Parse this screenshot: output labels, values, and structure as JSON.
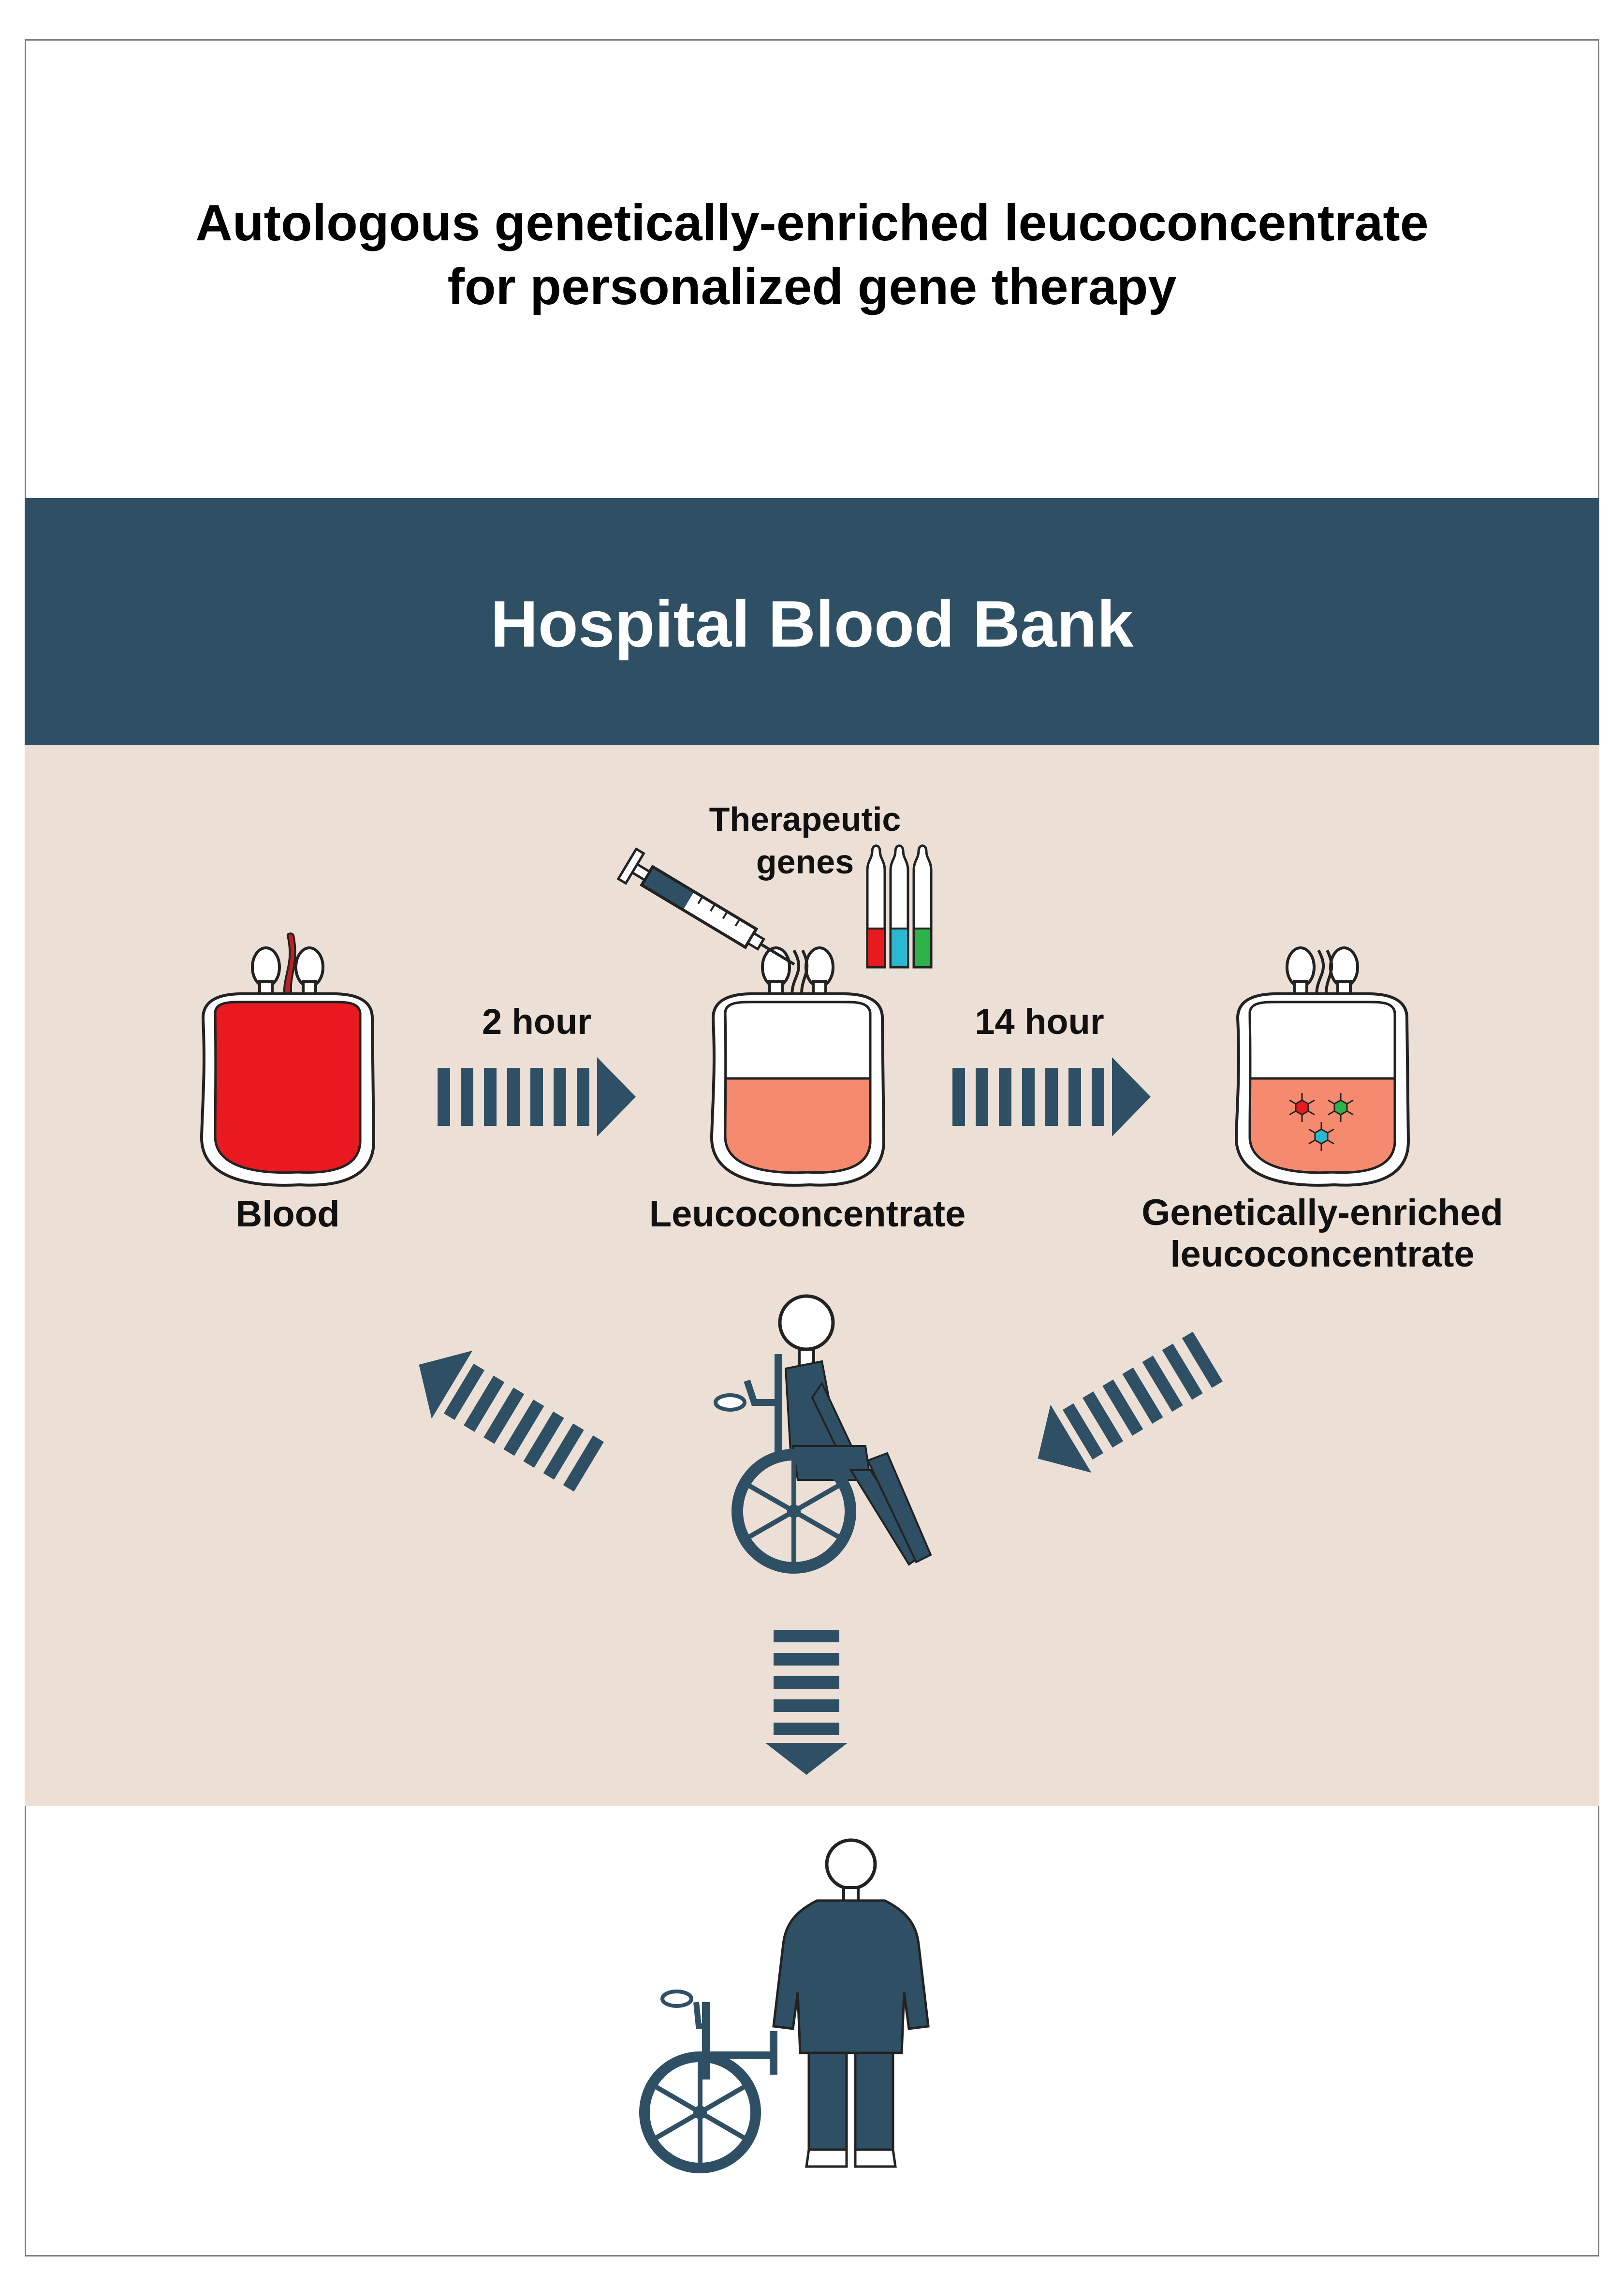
{
  "title": {
    "line1": "Autologous genetically-enriched leucoconcentrate",
    "line2": "for personalized gene therapy"
  },
  "banner": {
    "label": "Hospital Blood Bank"
  },
  "steps": {
    "blood": "Blood",
    "leucoconcentrate": "Leucoconcentrate",
    "enriched_line1": "Genetically-enriched",
    "enriched_line2": "leucoconcentrate"
  },
  "arrows": {
    "first_duration": "2 hour",
    "second_duration": "14 hour"
  },
  "therapeutic": {
    "line1": "Therapeutic",
    "line2": "genes"
  },
  "icons": [
    "blood-bag-icon",
    "syringe-icon",
    "ampoule-icon",
    "wheelchair-patient-icon",
    "recovered-patient-icon",
    "dashed-arrow-icon"
  ],
  "colors": {
    "navy": "#2f5064",
    "panel": "#ecdfd6",
    "blood": "#e8191f",
    "leuco": "#f58a6f",
    "vial_red": "#e8191f",
    "vial_cyan": "#2ab8d0",
    "vial_green": "#2db34a"
  }
}
